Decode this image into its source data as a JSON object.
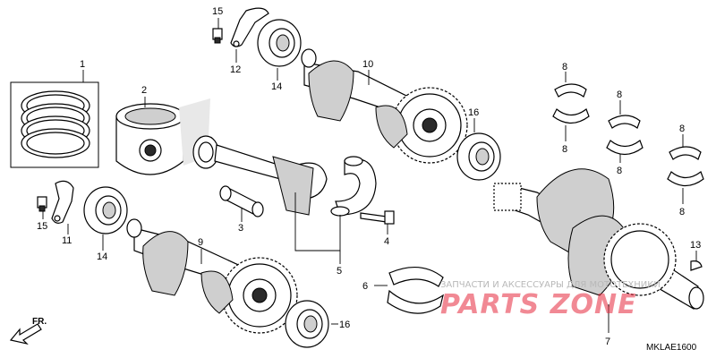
{
  "diagram": {
    "code": "MKLAE1600",
    "direction_label": "FR.",
    "watermark": {
      "tagline": "ЗАПЧАСТИ И АКСЕССУАРЫ ДЛЯ МОТОТЕХНИКИ",
      "brand": "PARTS ZONE"
    },
    "callouts": {
      "p1": "1",
      "p2": "2",
      "p3": "3",
      "p4": "4",
      "p5": "5",
      "p6": "6",
      "p7": "7",
      "p8a": "8",
      "p8b": "8",
      "p8c": "8",
      "p8d": "8",
      "p8e": "8",
      "p8f": "8",
      "p9": "9",
      "p10": "10",
      "p11": "11",
      "p12": "12",
      "p13": "13",
      "p14a": "14",
      "p14b": "14",
      "p15a": "15",
      "p15b": "15",
      "p16a": "16",
      "p16b": "16"
    },
    "colors": {
      "line": "#000000",
      "watermark_brand": "#e6283c",
      "watermark_text": "#b9b9b9"
    }
  }
}
